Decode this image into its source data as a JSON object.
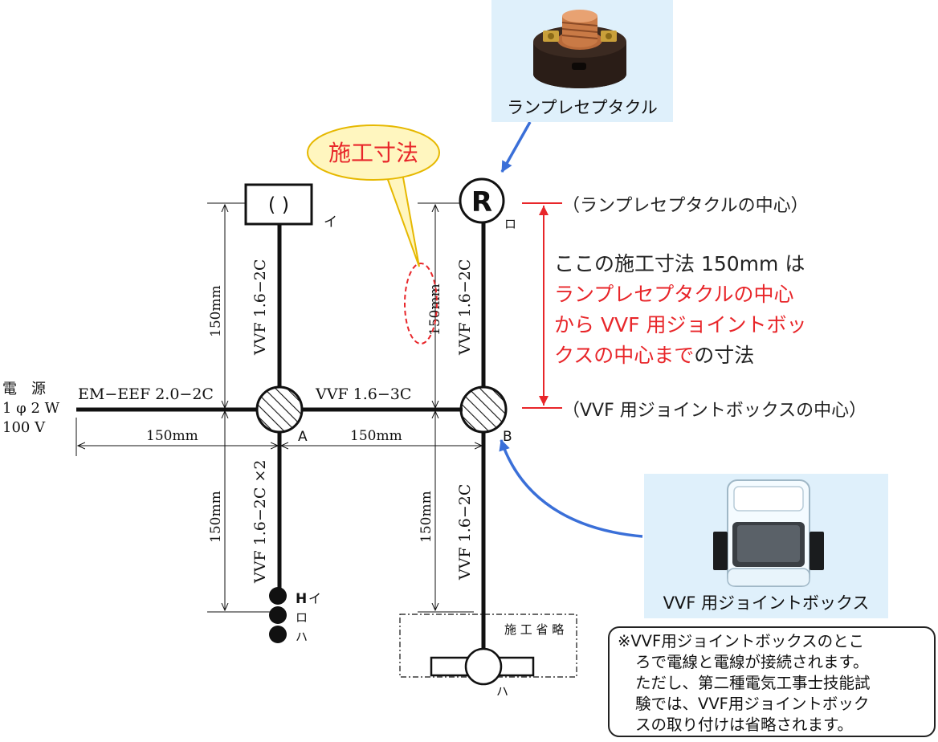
{
  "callout": {
    "label": "施工寸法"
  },
  "boxes": {
    "lamp_top": {
      "symbol": "( )",
      "label": "イ"
    },
    "receptacle": {
      "symbol": "R",
      "label": "ロ"
    },
    "junction_a": {
      "label": "A"
    },
    "junction_b": {
      "label": "B"
    },
    "bottom_fixture": {
      "label": "ハ"
    }
  },
  "power_source": {
    "line1": "電　源",
    "line2": "1 φ 2 W",
    "line3": "100 V"
  },
  "cables": {
    "source_to_a": "EM−EEF 2.0−2C",
    "a_to_b": "VVF 1.6−3C",
    "a_to_top": "VVF 1.6−2C",
    "a_to_switch": "VVF 1.6−2C ×2",
    "b_to_top": "VVF 1.6−2C",
    "b_to_bottom": "VVF 1.6−2C"
  },
  "dimensions": {
    "left_vertical_top": "150mm",
    "left_vertical_bottom": "150mm",
    "mid_vertical_top": "150mm",
    "mid_vertical_bottom": "150mm",
    "horizontal_left": "150mm",
    "horizontal_mid": "150mm"
  },
  "switch": {
    "h_label": "H",
    "labels": [
      "イ",
      "ロ",
      "ハ"
    ]
  },
  "omitted_area": {
    "label": "施 工 省 略"
  },
  "center_labels": {
    "receptacle_center": "（ランプレセプタクルの中心）",
    "junction_center": "（VVF 用ジョイントボックスの中心）"
  },
  "explanation": {
    "line1": "ここの施工寸法 150mm は",
    "line2": "ランプレセプタクルの中心",
    "line3": "から VVF 用ジョイントボッ",
    "line4_red": "クスの中心まで",
    "line4_black": "の寸法"
  },
  "photos": {
    "receptacle_caption": "ランプレセプタクル",
    "junction_box_caption": "VVF 用ジョイントボックス"
  },
  "note": {
    "line1": "※VVF用ジョイントボックスのとこ",
    "line2": "ろで電線と電線が接続されます。",
    "line3": "ただし、第二種電気工事士技能試",
    "line4": "験では、VVF用ジョイントボック",
    "line5": "スの取り付けは省略されます。"
  },
  "colors": {
    "accent_red": "#e8262a",
    "arrow_blue": "#3a6fd8",
    "callout_fill": "#fff6bf",
    "callout_stroke": "#e6b800",
    "photo_bg": "#dff0fb"
  }
}
